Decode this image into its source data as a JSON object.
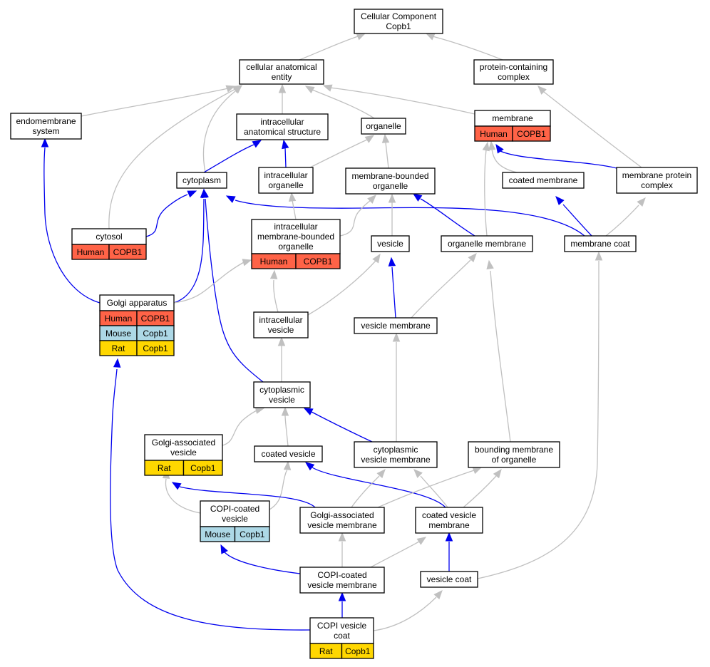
{
  "colors": {
    "is_a": "#c0c0c0",
    "part_of": "#0000ee",
    "human": "#ff6347",
    "mouse": "#add8e6",
    "rat": "#ffd700"
  },
  "nodes": {
    "root": {
      "lines": [
        "Cellular Component",
        "Copb1"
      ]
    },
    "cae": {
      "lines": [
        "cellular anatomical",
        "entity"
      ]
    },
    "pcc": {
      "lines": [
        "protein-containing",
        "complex"
      ]
    },
    "endo": {
      "lines": [
        "endomembrane",
        "system"
      ]
    },
    "ias": {
      "lines": [
        "intracellular",
        "anatomical structure"
      ]
    },
    "organelle": {
      "lines": [
        "organelle"
      ]
    },
    "membrane": {
      "lines": [
        "membrane"
      ],
      "annotations": [
        {
          "species": "Human",
          "gene": "COPB1"
        }
      ]
    },
    "cytoplasm": {
      "lines": [
        "cytoplasm"
      ]
    },
    "io": {
      "lines": [
        "intracellular",
        "organelle"
      ]
    },
    "mbo": {
      "lines": [
        "membrane-bounded",
        "organelle"
      ]
    },
    "coatedmem": {
      "lines": [
        "coated membrane"
      ]
    },
    "mpc": {
      "lines": [
        "membrane protein",
        "complex"
      ]
    },
    "cytosol": {
      "lines": [
        "cytosol"
      ],
      "annotations": [
        {
          "species": "Human",
          "gene": "COPB1"
        }
      ]
    },
    "imbo": {
      "lines": [
        "intracellular",
        "membrane-bounded",
        "organelle"
      ],
      "annotations": [
        {
          "species": "Human",
          "gene": "COPB1"
        }
      ]
    },
    "vesicle": {
      "lines": [
        "vesicle"
      ]
    },
    "orgmem": {
      "lines": [
        "organelle membrane"
      ]
    },
    "memcoat": {
      "lines": [
        "membrane coat"
      ]
    },
    "golgi": {
      "lines": [
        "Golgi apparatus"
      ],
      "annotations": [
        {
          "species": "Human",
          "gene": "COPB1"
        },
        {
          "species": "Mouse",
          "gene": "Copb1"
        },
        {
          "species": "Rat",
          "gene": "Copb1"
        }
      ]
    },
    "iv": {
      "lines": [
        "intracellular",
        "vesicle"
      ]
    },
    "vesmem": {
      "lines": [
        "vesicle membrane"
      ]
    },
    "cytves": {
      "lines": [
        "cytoplasmic",
        "vesicle"
      ]
    },
    "gav": {
      "lines": [
        "Golgi-associated",
        "vesicle"
      ],
      "annotations": [
        {
          "species": "Rat",
          "gene": "Copb1"
        }
      ]
    },
    "coatedves": {
      "lines": [
        "coated vesicle"
      ]
    },
    "cvm": {
      "lines": [
        "cytoplasmic",
        "vesicle membrane"
      ]
    },
    "bmo": {
      "lines": [
        "bounding membrane",
        "of organelle"
      ]
    },
    "copiv": {
      "lines": [
        "COPI-coated",
        "vesicle"
      ],
      "annotations": [
        {
          "species": "Mouse",
          "gene": "Copb1"
        }
      ]
    },
    "gavm": {
      "lines": [
        "Golgi-associated",
        "vesicle membrane"
      ]
    },
    "cvmem": {
      "lines": [
        "coated vesicle",
        "membrane"
      ]
    },
    "copivm": {
      "lines": [
        "COPI-coated",
        "vesicle membrane"
      ]
    },
    "vcoat": {
      "lines": [
        "vesicle coat"
      ]
    },
    "copicoat": {
      "lines": [
        "COPI vesicle",
        "coat"
      ],
      "annotations": [
        {
          "species": "Rat",
          "gene": "Copb1"
        }
      ]
    }
  },
  "edges": [
    {
      "from": "cae",
      "to": "root",
      "type": "is_a"
    },
    {
      "from": "pcc",
      "to": "root",
      "type": "is_a"
    },
    {
      "from": "endo",
      "to": "cae",
      "type": "is_a"
    },
    {
      "from": "ias",
      "to": "cae",
      "type": "is_a"
    },
    {
      "from": "organelle",
      "to": "cae",
      "type": "is_a"
    },
    {
      "from": "membrane",
      "to": "cae",
      "type": "is_a"
    },
    {
      "from": "cytoplasm",
      "to": "cae",
      "type": "is_a"
    },
    {
      "from": "cytosol",
      "to": "cae",
      "type": "is_a"
    },
    {
      "from": "cytoplasm",
      "to": "ias",
      "type": "part_of"
    },
    {
      "from": "io",
      "to": "ias",
      "type": "part_of"
    },
    {
      "from": "io",
      "to": "organelle",
      "type": "is_a"
    },
    {
      "from": "mbo",
      "to": "organelle",
      "type": "is_a"
    },
    {
      "from": "coatedmem",
      "to": "membrane",
      "type": "is_a"
    },
    {
      "from": "mpc",
      "to": "membrane",
      "type": "part_of"
    },
    {
      "from": "mpc",
      "to": "pcc",
      "type": "is_a"
    },
    {
      "from": "cytosol",
      "to": "cytoplasm",
      "type": "part_of"
    },
    {
      "from": "golgi",
      "to": "cytoplasm",
      "type": "part_of"
    },
    {
      "from": "cytves",
      "to": "cytoplasm",
      "type": "part_of"
    },
    {
      "from": "memcoat",
      "to": "cytoplasm",
      "type": "part_of"
    },
    {
      "from": "imbo",
      "to": "io",
      "type": "is_a"
    },
    {
      "from": "imbo",
      "to": "mbo",
      "type": "is_a"
    },
    {
      "from": "vesicle",
      "to": "mbo",
      "type": "is_a"
    },
    {
      "from": "orgmem",
      "to": "mbo",
      "type": "part_of"
    },
    {
      "from": "orgmem",
      "to": "membrane",
      "type": "is_a"
    },
    {
      "from": "memcoat",
      "to": "coatedmem",
      "type": "part_of"
    },
    {
      "from": "memcoat",
      "to": "mpc",
      "type": "is_a"
    },
    {
      "from": "golgi",
      "to": "endo",
      "type": "part_of"
    },
    {
      "from": "golgi",
      "to": "imbo",
      "type": "is_a"
    },
    {
      "from": "iv",
      "to": "imbo",
      "type": "is_a"
    },
    {
      "from": "iv",
      "to": "vesicle",
      "type": "is_a"
    },
    {
      "from": "vesmem",
      "to": "vesicle",
      "type": "part_of"
    },
    {
      "from": "vesmem",
      "to": "orgmem",
      "type": "is_a"
    },
    {
      "from": "bmo",
      "to": "orgmem",
      "type": "is_a"
    },
    {
      "from": "vcoat",
      "to": "memcoat",
      "type": "is_a"
    },
    {
      "from": "cytves",
      "to": "iv",
      "type": "is_a"
    },
    {
      "from": "cvm",
      "to": "vesmem",
      "type": "is_a"
    },
    {
      "from": "gav",
      "to": "cytves",
      "type": "is_a"
    },
    {
      "from": "coatedves",
      "to": "cytves",
      "type": "is_a"
    },
    {
      "from": "cvm",
      "to": "cytves",
      "type": "part_of"
    },
    {
      "from": "copiv",
      "to": "gav",
      "type": "is_a"
    },
    {
      "from": "copiv",
      "to": "coatedves",
      "type": "is_a"
    },
    {
      "from": "gavm",
      "to": "gav",
      "type": "part_of"
    },
    {
      "from": "cvmem",
      "to": "coatedves",
      "type": "part_of"
    },
    {
      "from": "gavm",
      "to": "cvm",
      "type": "is_a"
    },
    {
      "from": "gavm",
      "to": "bmo",
      "type": "is_a"
    },
    {
      "from": "cvmem",
      "to": "cvm",
      "type": "is_a"
    },
    {
      "from": "cvmem",
      "to": "bmo",
      "type": "is_a"
    },
    {
      "from": "copivm",
      "to": "copiv",
      "type": "part_of"
    },
    {
      "from": "copivm",
      "to": "gavm",
      "type": "is_a"
    },
    {
      "from": "copivm",
      "to": "cvmem",
      "type": "is_a"
    },
    {
      "from": "vcoat",
      "to": "cvmem",
      "type": "part_of"
    },
    {
      "from": "copicoat",
      "to": "copivm",
      "type": "part_of"
    },
    {
      "from": "copicoat",
      "to": "vcoat",
      "type": "is_a"
    },
    {
      "from": "copicoat",
      "to": "golgi",
      "type": "part_of"
    }
  ]
}
